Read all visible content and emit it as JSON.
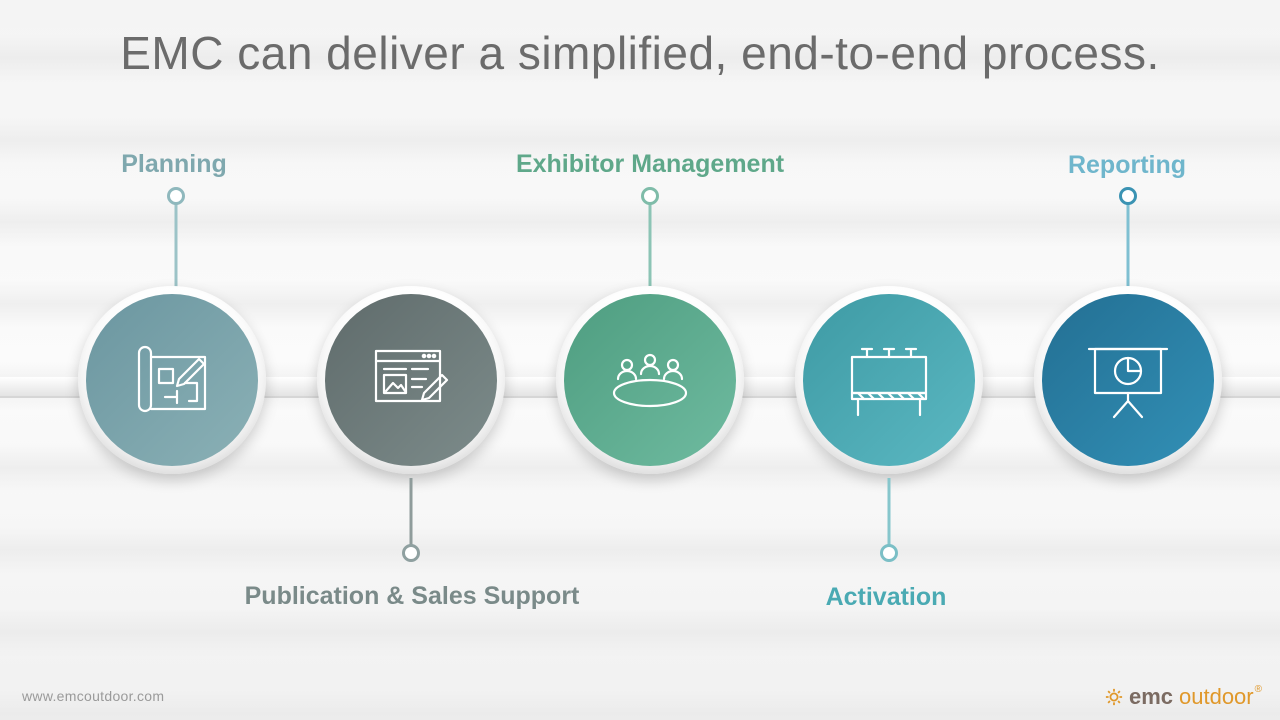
{
  "title": "EMC can deliver a simplified, end-to-end process.",
  "steps": [
    {
      "label": "Planning",
      "icon": "blueprint-icon",
      "color": "#7fa8ae"
    },
    {
      "label": "Publication & Sales Support",
      "icon": "web-publication-icon",
      "color": "#7a8a89"
    },
    {
      "label": "Exhibitor Management",
      "icon": "meeting-table-icon",
      "color": "#5fa88a"
    },
    {
      "label": "Activation",
      "icon": "billboard-icon",
      "color": "#4aaab3"
    },
    {
      "label": "Reporting",
      "icon": "presentation-chart-icon",
      "color": "#6fb6cc"
    }
  ],
  "footer": {
    "url": "www.emcoutdoor.com",
    "logo_emc": "emc",
    "logo_outdoor": "outdoor",
    "logo_mark": "®"
  }
}
